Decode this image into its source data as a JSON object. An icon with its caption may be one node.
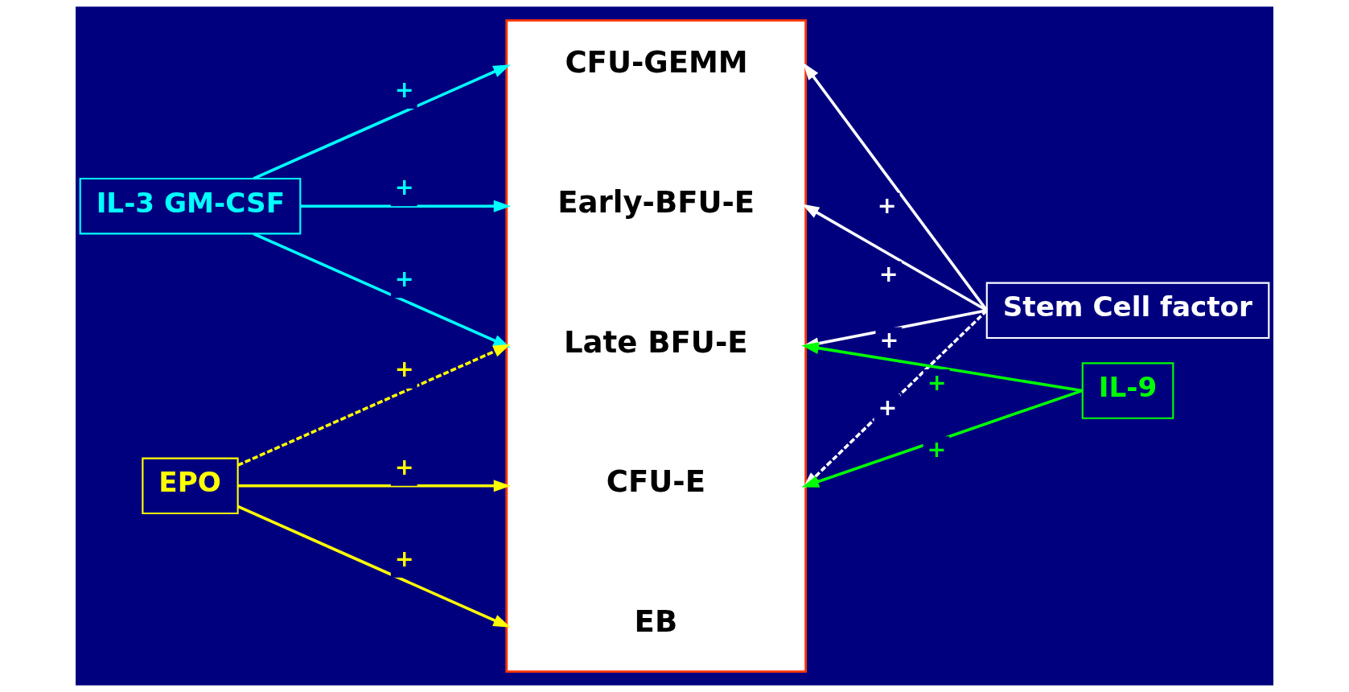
{
  "diagram": {
    "nodes": [
      {
        "text": [],
        "shape": "box"
      },
      {
        "text": [
          "CFU-GEMM"
        ],
        "in": 0
      },
      {
        "text": [
          "Early-BFU-E"
        ],
        "in": 0
      },
      {
        "text": [
          "Late BFU-E"
        ],
        "in": 0
      },
      {
        "text": [
          "CFU-E"
        ],
        "in": 0
      },
      {
        "text": [
          "EB"
        ],
        "in": 0
      },
      {
        "text": [
          "IL-3 GM-CSF"
        ]
      },
      {
        "text": [
          "Stem Cell factor"
        ]
      },
      {
        "text": [
          "EPO"
        ]
      },
      {
        "text": [
          "IL-9"
        ]
      }
    ],
    "edges": [
      {
        "from": 6,
        "to": 1,
        "arrow": "to",
        "label": "+",
        "color": "#00ffff"
      },
      {
        "from": 6,
        "to": 2,
        "arrow": "to",
        "label": "+",
        "color": "#00ffff"
      },
      {
        "from": 6,
        "to": 3,
        "arrow": "to",
        "label": "+",
        "color": "#00ffff"
      },
      {
        "from": 7,
        "to": 1,
        "arrow": "to",
        "label": "+",
        "color": "#ffffff"
      },
      {
        "from": 7,
        "to": 2,
        "arrow": "to",
        "label": "+",
        "color": "#ffffff"
      },
      {
        "from": 7,
        "to": 3,
        "arrow": "to",
        "label": "+",
        "color": "#ffffff"
      },
      {
        "from": 7,
        "to": 4,
        "arrow": "to",
        "label": "+",
        "color": "#ffffff",
        "style": "dashed"
      },
      {
        "from": 8,
        "to": 3,
        "arrow": "to",
        "label": "+",
        "color": "#ffff00",
        "style": "dashed"
      },
      {
        "from": 8,
        "to": 4,
        "arrow": "to",
        "label": "+",
        "color": "#ffff00"
      },
      {
        "from": 8,
        "to": 5,
        "arrow": "to",
        "label": "+",
        "color": "#ffff00"
      },
      {
        "from": 9,
        "to": 3,
        "arrow": "to",
        "label": "+",
        "color": "#00ff00"
      },
      {
        "from": 9,
        "to": 4,
        "arrow": "to",
        "label": "+",
        "color": "#00ff00"
      }
    ]
  }
}
